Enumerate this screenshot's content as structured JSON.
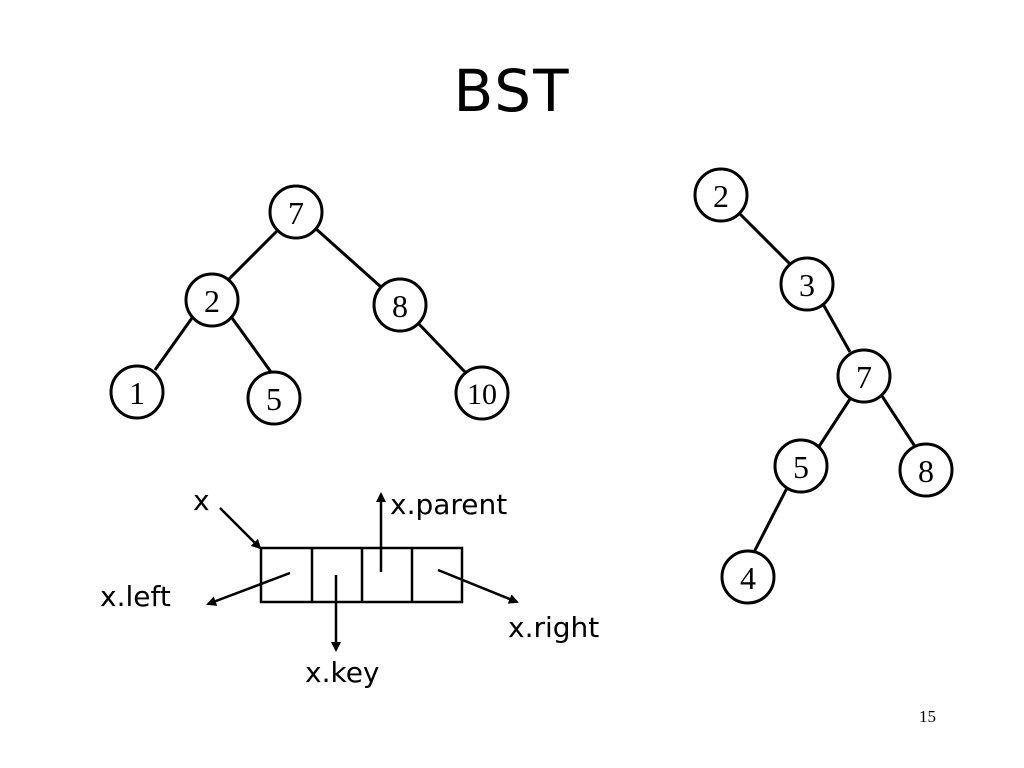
{
  "slide": {
    "title": "BST",
    "page_number": "15"
  },
  "tree_left": {
    "nodes": [
      {
        "id": "n7",
        "label": "7"
      },
      {
        "id": "n2",
        "label": "2"
      },
      {
        "id": "n8",
        "label": "8"
      },
      {
        "id": "n1",
        "label": "1"
      },
      {
        "id": "n5",
        "label": "5"
      },
      {
        "id": "n10",
        "label": "10"
      }
    ],
    "edges": [
      [
        "n7",
        "n2"
      ],
      [
        "n7",
        "n8"
      ],
      [
        "n2",
        "n1"
      ],
      [
        "n2",
        "n5"
      ],
      [
        "n8",
        "n10"
      ]
    ]
  },
  "tree_right": {
    "nodes": [
      {
        "id": "m2",
        "label": "2"
      },
      {
        "id": "m3",
        "label": "3"
      },
      {
        "id": "m7",
        "label": "7"
      },
      {
        "id": "m5",
        "label": "5"
      },
      {
        "id": "m8",
        "label": "8"
      },
      {
        "id": "m4",
        "label": "4"
      }
    ],
    "edges": [
      [
        "m2",
        "m3"
      ],
      [
        "m3",
        "m7"
      ],
      [
        "m7",
        "m5"
      ],
      [
        "m7",
        "m8"
      ],
      [
        "m5",
        "m4"
      ]
    ]
  },
  "node_record": {
    "labels": {
      "x": "x",
      "parent": "x.parent",
      "left": "x.left",
      "key": "x.key",
      "right": "x.right"
    }
  }
}
